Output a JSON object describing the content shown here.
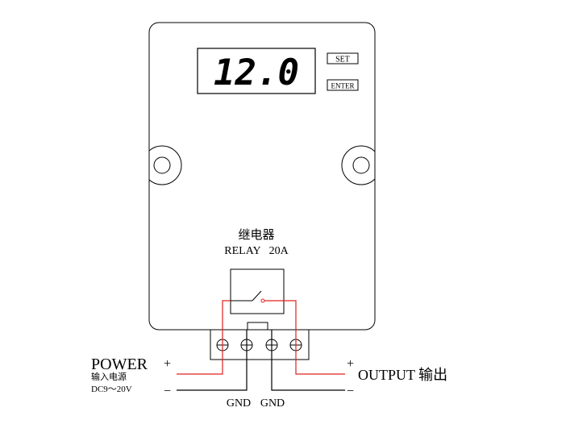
{
  "display": {
    "reading": "12.0"
  },
  "buttons": {
    "set": "SET",
    "enter": "ENTER"
  },
  "relay": {
    "label_cn": "继电器",
    "label_en": "RELAY   20A"
  },
  "power": {
    "label": "POWER",
    "plus": "+",
    "minus": "−",
    "label_cn": "输入电源",
    "voltage": "DC9～20V"
  },
  "output": {
    "plus": "+",
    "minus": "−",
    "label": "OUTPUT 输出"
  },
  "gnd": {
    "left": "GND",
    "right": "GND"
  },
  "colors": {
    "wire_red": "#e02020",
    "wire_black": "#000000",
    "outline": "#000000"
  }
}
